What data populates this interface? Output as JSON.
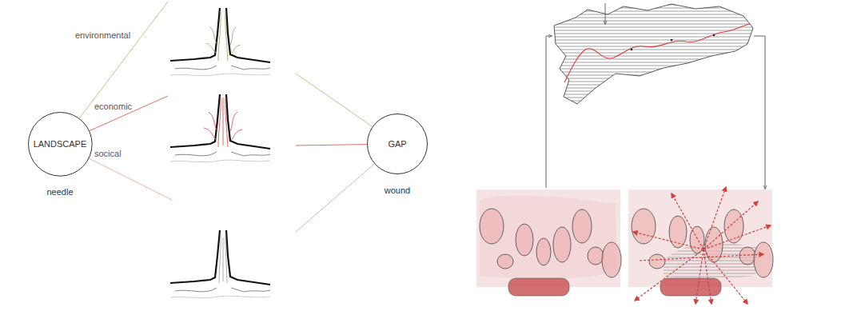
{
  "diagram": {
    "nodes": [
      {
        "text": [
          "LANDSCAPE",
          "needle"
        ]
      },
      {
        "text": [
          "GAP",
          "wound"
        ]
      }
    ],
    "edges": [
      {
        "from": 0,
        "to": 1,
        "arrow": "none",
        "label": "environmental"
      },
      {
        "from": 0,
        "to": 1,
        "arrow": "none",
        "label": "economic"
      },
      {
        "from": 0,
        "to": 1,
        "arrow": "none",
        "label": "socical"
      }
    ]
  }
}
